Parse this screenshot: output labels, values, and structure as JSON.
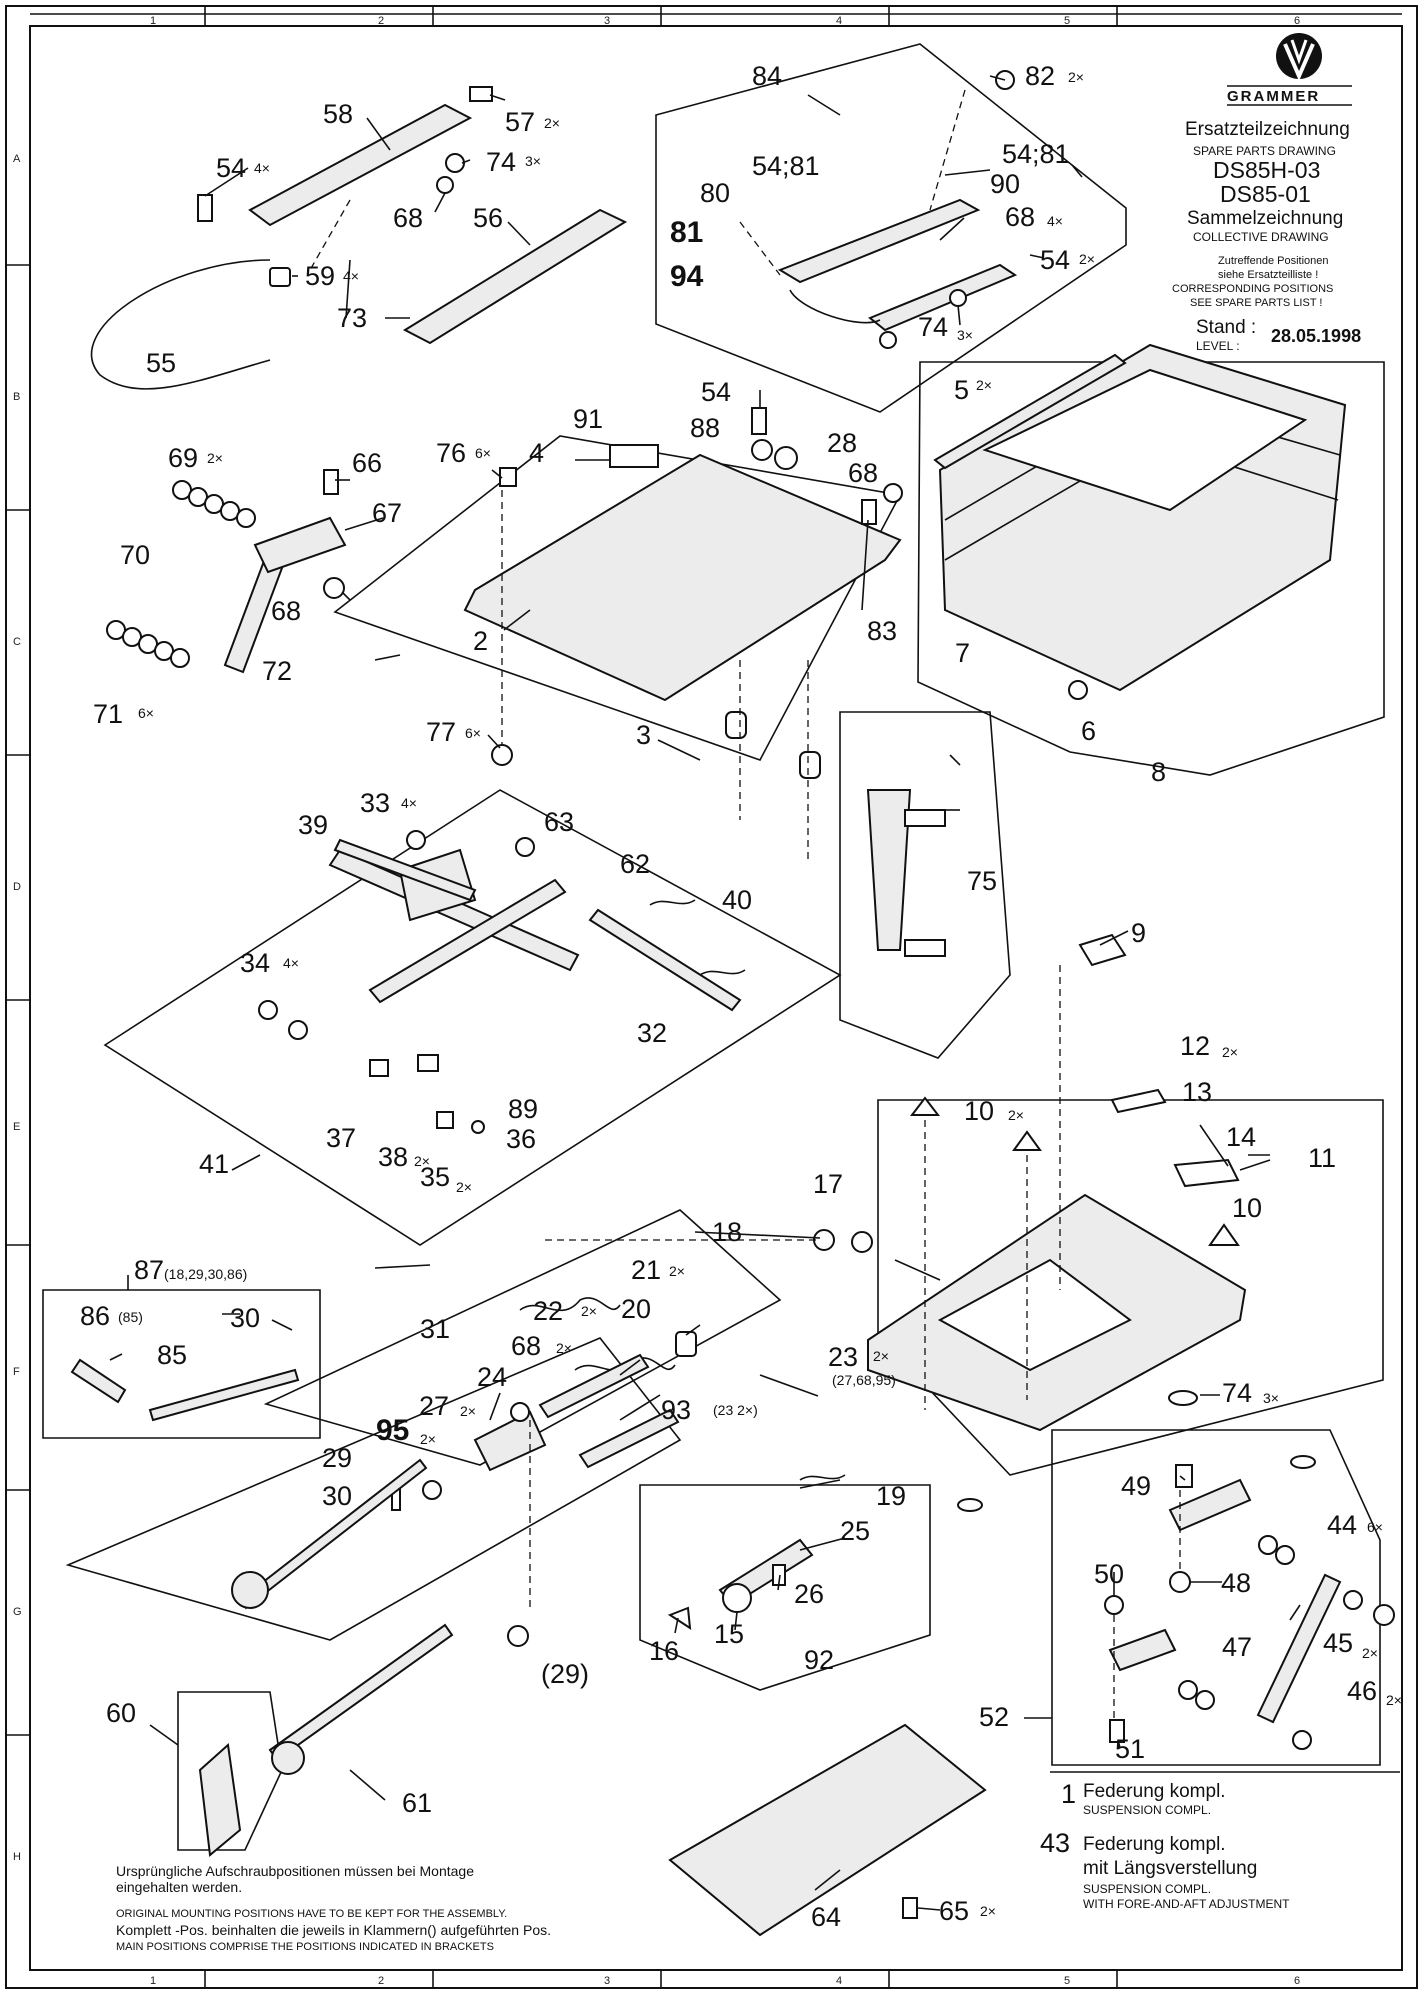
{
  "title_block": {
    "brand": "GRAMMER",
    "title_de": "Ersatzteilzeichnung",
    "title_en": "SPARE PARTS DRAWING",
    "model_1": "DS85H-03",
    "model_2": "DS85-01",
    "subtitle_de": "Sammelzeichnung",
    "subtitle_en": "COLLECTIVE DRAWING",
    "ref_de_1": "Zutreffende Positionen",
    "ref_de_2": "siehe Ersatzteilliste !",
    "ref_en_1": "CORRESPONDING POSITIONS",
    "ref_en_2": "SEE SPARE PARTS LIST !",
    "stand_label": "Stand :",
    "level_label": "LEVEL :",
    "date": "28.05.1998"
  },
  "grid": {
    "columns": [
      "1",
      "2",
      "3",
      "4",
      "5",
      "6"
    ],
    "rows": [
      "A",
      "B",
      "C",
      "D",
      "E",
      "F",
      "G",
      "H"
    ]
  },
  "legend": [
    {
      "num": "1",
      "de": "Federung kompl.",
      "en": "SUSPENSION COMPL."
    },
    {
      "num": "43",
      "de_1": "Federung kompl.",
      "de_2": "mit Längsverstellung",
      "en_1": "SUSPENSION COMPL.",
      "en_2": "WITH FORE-AND-AFT ADJUSTMENT"
    }
  ],
  "notes": {
    "de_1": "Ursprüngliche Aufschraubpositionen müssen bei Montage",
    "de_2": "eingehalten werden.",
    "en_1": "ORIGINAL MOUNTING POSITIONS HAVE TO BE KEPT FOR THE ASSEMBLY.",
    "de_3": "Komplett -Pos. beinhalten die jeweils in Klammern() aufgeführten Pos.",
    "en_2": "MAIN POSITIONS COMPRISE THE POSITIONS INDICATED IN BRACKETS"
  },
  "callouts": {
    "c58": "58",
    "c57": "57",
    "c57q": "2×",
    "c54a": "54",
    "c54aq": "4×",
    "c74a": "74",
    "c74aq": "3×",
    "c68a": "68",
    "c56": "56",
    "c59": "59",
    "c59q": "4×",
    "c73": "73",
    "c55": "55",
    "c84": "84",
    "c82": "82",
    "c82q": "2×",
    "c5481a": "54;81",
    "c80": "80",
    "c5481b": "54;81",
    "c90": "90",
    "c81": "81",
    "c94": "94",
    "c68b": "68",
    "c68bq": "4×",
    "c54b": "54",
    "c54bq": "2×",
    "c74b": "74",
    "c74bq": "3×",
    "c69": "69",
    "c69q": "2×",
    "c66": "66",
    "c67": "67",
    "c70": "70",
    "c68c": "68",
    "c72": "72",
    "c71": "71",
    "c71q": "6×",
    "c76": "76",
    "c76q": "6×",
    "c4": "4",
    "c91": "91",
    "c54c": "54",
    "c88": "88",
    "c28": "28",
    "c68d": "68",
    "c2": "2",
    "c83": "83",
    "c77": "77",
    "c77q": "6×",
    "c3": "3",
    "c5": "5",
    "c5q": "2×",
    "c7": "7",
    "c6": "6",
    "c8": "8",
    "c39": "39",
    "c33": "33",
    "c33q": "4×",
    "c63": "63",
    "c62": "62",
    "c40": "40",
    "c34": "34",
    "c34q": "4×",
    "c32": "32",
    "c89": "89",
    "c37": "37",
    "c36": "36",
    "c38": "38",
    "c38q": "2×",
    "c35": "35",
    "c35q": "2×",
    "c41": "41",
    "c75": "75",
    "c9": "9",
    "c12": "12",
    "c12q": "2×",
    "c13": "13",
    "c10a": "10",
    "c10aq": "2×",
    "c14": "14",
    "c11": "11",
    "c10b": "10",
    "c74c": "74",
    "c74cq": "3×",
    "c87": "87",
    "c87sub": "(18,29,30,86)",
    "c86": "86",
    "c86sub": "(85)",
    "c85": "85",
    "c30a": "30",
    "c31": "31",
    "c18": "18",
    "c17": "17",
    "c21": "21",
    "c21q": "2×",
    "c22": "22",
    "c22q": "2×",
    "c20": "20",
    "c68e": "68",
    "c68eq": "2×",
    "c23": "23",
    "c23q": "2×",
    "c23sub": "(27,68,95)",
    "c93": "93",
    "c93sub": "(23 2×)",
    "c24": "24",
    "c27": "27",
    "c27q": "2×",
    "c95": "95",
    "c95q": "2×",
    "c29": "29",
    "c30b": "30",
    "c19": "19",
    "c25": "25",
    "c26": "26",
    "c16": "16",
    "c15": "15",
    "c92": "92",
    "c29b": "(29)",
    "c49": "49",
    "c44": "44",
    "c44q": "6×",
    "c48": "48",
    "c50": "50",
    "c47": "47",
    "c45": "45",
    "c45q": "2×",
    "c46": "46",
    "c46q": "2×",
    "c52": "52",
    "c51": "51",
    "c60": "60",
    "c61": "61",
    "c64": "64",
    "c65": "65",
    "c65q": "2×"
  }
}
